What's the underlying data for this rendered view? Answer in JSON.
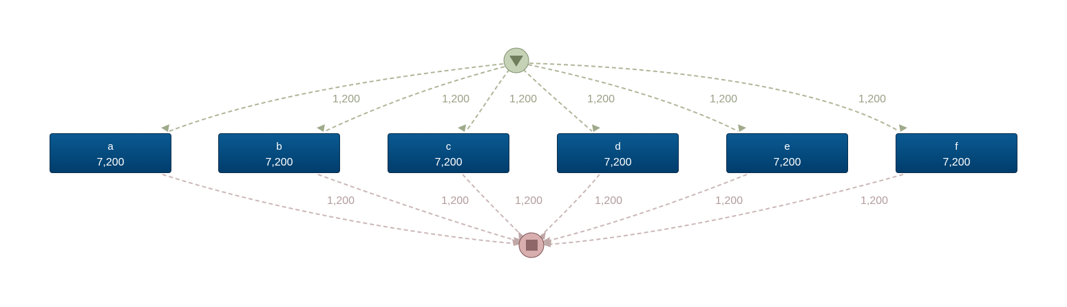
{
  "process_map": {
    "start_node": {
      "label": ""
    },
    "end_node": {
      "label": ""
    },
    "activities": [
      {
        "name": "a",
        "count": "7,200"
      },
      {
        "name": "b",
        "count": "7,200"
      },
      {
        "name": "c",
        "count": "7,200"
      },
      {
        "name": "d",
        "count": "7,200"
      },
      {
        "name": "e",
        "count": "7,200"
      },
      {
        "name": "f",
        "count": "7,200"
      }
    ],
    "incoming_edges": [
      {
        "to": "a",
        "label": "1,200"
      },
      {
        "to": "b",
        "label": "1,200"
      },
      {
        "to": "c",
        "label": "1,200"
      },
      {
        "to": "d",
        "label": "1,200"
      },
      {
        "to": "e",
        "label": "1,200"
      },
      {
        "to": "f",
        "label": "1,200"
      }
    ],
    "outgoing_edges": [
      {
        "from": "a",
        "label": "1,200"
      },
      {
        "from": "b",
        "label": "1,200"
      },
      {
        "from": "c",
        "label": "1,200"
      },
      {
        "from": "d",
        "label": "1,200"
      },
      {
        "from": "e",
        "label": "1,200"
      },
      {
        "from": "f",
        "label": "1,200"
      }
    ],
    "colors": {
      "start_fill": "#c6d2b5",
      "start_stroke": "#7f8d6c",
      "start_glyph": "#6f7d5c",
      "end_fill": "#d8aeae",
      "end_stroke": "#7a5454",
      "end_glyph": "#8e6868",
      "incoming_edge": "#aeb698",
      "incoming_arrow": "#9eaa8a",
      "incoming_label": "#9aa086",
      "outgoing_edge": "#cbb7b7",
      "outgoing_arrow": "#c0a8a8",
      "outgoing_label": "#b49c9c",
      "activity_fill": "#004d80"
    }
  }
}
